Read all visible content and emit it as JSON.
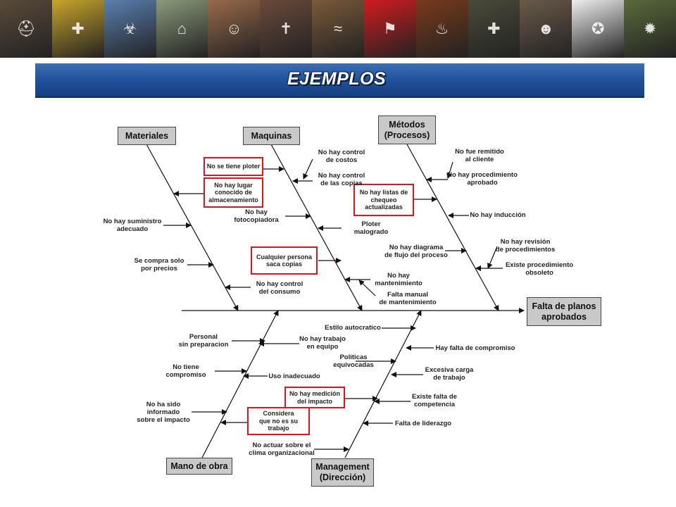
{
  "banner": {
    "tiles": [
      {
        "icon": "firefighter-photo",
        "color": "#5a4a3a",
        "glyph": "⛑"
      },
      {
        "icon": "rescate-peru-emblem",
        "color": "#c8a52a",
        "glyph": "✚"
      },
      {
        "icon": "hazmat-team-photo",
        "color": "#5a7fb0",
        "glyph": "☣"
      },
      {
        "icon": "station-photo",
        "color": "#8a9a7a",
        "glyph": "⌂"
      },
      {
        "icon": "firefighter-portrait-photo",
        "color": "#9a6a4a",
        "glyph": "☺"
      },
      {
        "icon": "religious-painting",
        "color": "#6a4a3a",
        "glyph": "✝"
      },
      {
        "icon": "hose-training-photo",
        "color": "#7a5a3a",
        "glyph": "≈"
      },
      {
        "icon": "peru-flag",
        "color": "#d01c1f",
        "glyph": "⚑"
      },
      {
        "icon": "fire-scene-photo",
        "color": "#7a3a1a",
        "glyph": "♨"
      },
      {
        "icon": "rescue-photo",
        "color": "#4a4a3a",
        "glyph": "✚"
      },
      {
        "icon": "brigade-group-photo",
        "color": "#6a5a4a",
        "glyph": "☻"
      },
      {
        "icon": "la-hermandad-de-bomberos-seal",
        "color": "#eeeeee",
        "glyph": "✪"
      },
      {
        "icon": "emergency-scene-photo",
        "color": "#5a6a3a",
        "glyph": "✹"
      }
    ]
  },
  "title": "EJEMPLOS",
  "categories": {
    "materiales": "Materiales",
    "maquinas": "Maquinas",
    "metodos": "Métodos\n(Procesos)",
    "effect": "Falta de planos\naprobados",
    "mano_obra": "Mano de obra",
    "management": "Management\n(Dirección)"
  },
  "causes": {
    "no_se_tiene_ploter": "No se tiene ploter",
    "no_hay_lugar": "No hay lugar\nconocido de\nalmacenamiento",
    "no_hay_suministro": "No hay suministro\nadecuado",
    "se_compra_solo": "Se compra solo\npor precios",
    "no_hay_control_consumo": "No hay control\ndel consumo",
    "no_hay_control_costos": "No hay control\nde costos",
    "no_hay_control_copias": "No hay control\nde las copias",
    "no_hay_fotocopiadora": "No hay\nfotocopiadora",
    "ploter_malogrado": "Ploter\nmalogrado",
    "cualquier_persona": "Cualquier persona\nsaca copias",
    "no_hay_mantenimiento": "No hay\nmantenimiento",
    "falta_manual": "Falta manual\nde mantenimiento",
    "no_hay_listas": "No hay listas de\nchequeo\nactualizadas",
    "no_fue_remitido": "No fue remitido\nal cliente",
    "no_hay_procedimiento": "No hay procedimiento\naprobado",
    "no_hay_induccion": "No hay inducción",
    "no_hay_diagrama": "No hay diagrama\nde flujo del proceso",
    "no_hay_revision": "No hay revisión\nde procedimientos",
    "existe_procedimiento": "Existe procedimiento\nobsoleto",
    "personal_sin_prep": "Personal\nsin preparacion",
    "no_tiene_compromiso": "No tiene\ncompromiso",
    "no_ha_sido_informado": "No ha sido\ninformado\nsobre el impacto",
    "no_hay_trabajo_equipo": "No hay trabajo\nen equipo",
    "uso_inadecuado": "Uso inadecuado",
    "no_hay_medicion": "No hay medición\ndel impacto",
    "considera": "Considera\nque no es su\ntrabajo",
    "estilo_autocratico": "Estilo autocratico",
    "politicas": "Politicas\nequivocadas",
    "no_actuar": "No actuar sobre el\nclima organizacional",
    "hay_falta_compromiso": "Hay falta de compromiso",
    "excesiva_carga": "Excesiva carga\nde trabajo",
    "existe_falta_competencia": "Existe falta de\ncompetencia",
    "falta_liderazgo": "Falta de liderazgo"
  },
  "colors": {
    "title_bar": "#1e4f9a",
    "highlight": "#e0141e",
    "category_fill": "#c9c9c9"
  }
}
